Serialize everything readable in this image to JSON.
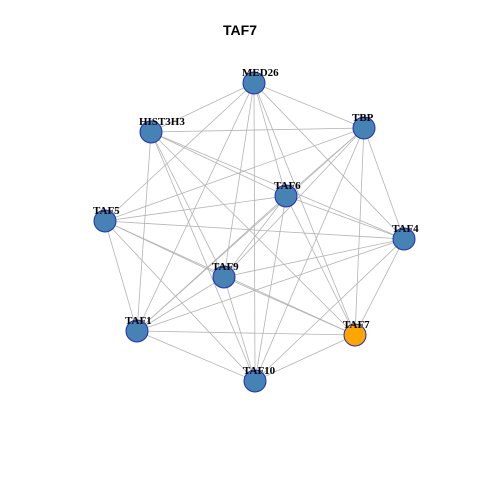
{
  "title": "TAF7",
  "colors": {
    "node_fill": "#4682b4",
    "highlight_fill": "#ffa500",
    "node_border": "#1f2fb5",
    "edge": "#b3b3b3",
    "background": "#ffffff"
  },
  "nodes": [
    {
      "id": "MED26",
      "label": "MED26",
      "highlight": false
    },
    {
      "id": "TBP",
      "label": "TBP",
      "highlight": false
    },
    {
      "id": "HIST3H3",
      "label": "HIST3H3",
      "highlight": false
    },
    {
      "id": "TAF6",
      "label": "TAF6",
      "highlight": false
    },
    {
      "id": "TAF5",
      "label": "TAF5",
      "highlight": false
    },
    {
      "id": "TAF4",
      "label": "TAF4",
      "highlight": false
    },
    {
      "id": "TAF9",
      "label": "TAF9",
      "highlight": false
    },
    {
      "id": "TAF1",
      "label": "TAF1",
      "highlight": false
    },
    {
      "id": "TAF7",
      "label": "TAF7",
      "highlight": true
    },
    {
      "id": "TAF10",
      "label": "TAF10",
      "highlight": false
    }
  ],
  "edges": [
    [
      "MED26",
      "TBP"
    ],
    [
      "MED26",
      "TAF6"
    ],
    [
      "MED26",
      "TAF4"
    ],
    [
      "MED26",
      "TAF9"
    ],
    [
      "MED26",
      "TAF1"
    ],
    [
      "MED26",
      "TAF7"
    ],
    [
      "MED26",
      "TAF10"
    ],
    [
      "MED26",
      "HIST3H3"
    ],
    [
      "MED26",
      "TAF5"
    ],
    [
      "TBP",
      "TAF6"
    ],
    [
      "TBP",
      "TAF4"
    ],
    [
      "TBP",
      "TAF9"
    ],
    [
      "TBP",
      "TAF1"
    ],
    [
      "TBP",
      "TAF7"
    ],
    [
      "TBP",
      "TAF10"
    ],
    [
      "TBP",
      "TAF5"
    ],
    [
      "TBP",
      "HIST3H3"
    ],
    [
      "HIST3H3",
      "TAF6"
    ],
    [
      "HIST3H3",
      "TAF9"
    ],
    [
      "HIST3H3",
      "TAF7"
    ],
    [
      "HIST3H3",
      "TAF10"
    ],
    [
      "HIST3H3",
      "TAF4"
    ],
    [
      "HIST3H3",
      "TAF1"
    ],
    [
      "TAF6",
      "TAF5"
    ],
    [
      "TAF6",
      "TAF4"
    ],
    [
      "TAF6",
      "TAF9"
    ],
    [
      "TAF6",
      "TAF1"
    ],
    [
      "TAF6",
      "TAF7"
    ],
    [
      "TAF6",
      "TAF10"
    ],
    [
      "TAF5",
      "TAF4"
    ],
    [
      "TAF5",
      "TAF9"
    ],
    [
      "TAF5",
      "TAF1"
    ],
    [
      "TAF5",
      "TAF7"
    ],
    [
      "TAF5",
      "TAF10"
    ],
    [
      "TAF4",
      "TAF9"
    ],
    [
      "TAF4",
      "TAF1"
    ],
    [
      "TAF4",
      "TAF7"
    ],
    [
      "TAF4",
      "TAF10"
    ],
    [
      "TAF9",
      "TAF1"
    ],
    [
      "TAF9",
      "TAF7"
    ],
    [
      "TAF9",
      "TAF10"
    ],
    [
      "TAF1",
      "TAF7"
    ],
    [
      "TAF1",
      "TAF10"
    ],
    [
      "TAF7",
      "TAF10"
    ]
  ]
}
